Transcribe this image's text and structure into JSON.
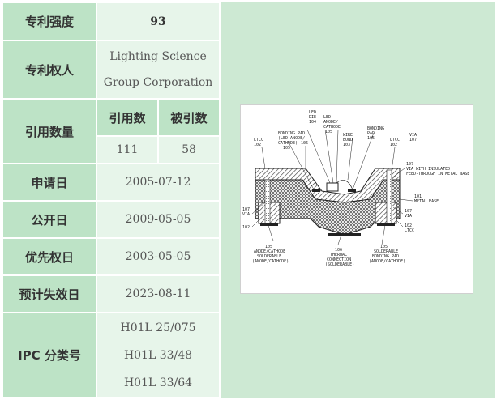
{
  "rows": {
    "strength": {
      "label": "专利强度",
      "value": "93"
    },
    "holder": {
      "label": "专利权人",
      "lines": [
        "Lighting Science",
        "Group Corporation"
      ]
    },
    "citations": {
      "label": "引用数量",
      "cited_header": "引用数",
      "citing_header": "被引数",
      "cited_value": "111",
      "citing_value": "58"
    },
    "filing_date": {
      "label": "申请日",
      "value": "2005-07-12"
    },
    "publication_date": {
      "label": "公开日",
      "value": "2009-05-05"
    },
    "priority_date": {
      "label": "优先权日",
      "value": "2003-05-05"
    },
    "expiry_date": {
      "label": "预计失效日",
      "value": "2023-08-11"
    },
    "ipc": {
      "label": "IPC 分类号",
      "codes": [
        "H01L 25/075",
        "H01L 33/48",
        "H01L 33/64"
      ]
    }
  },
  "figure": {
    "labels": {
      "bonding_pad_left": [
        "BONDING PAD",
        "(LED ANODE/",
        "CATHODE)",
        "105"
      ],
      "led_die": [
        "LED",
        "DIE",
        "104"
      ],
      "led_anode": [
        "LED",
        "ANODE/",
        "CATHODE",
        "105"
      ],
      "wire_bond": [
        "WIRE",
        "BOND",
        "103"
      ],
      "bonding_pad_right": [
        "BONDING",
        "PAD",
        "105"
      ],
      "ltcc_top_left": [
        "LTCC",
        "102"
      ],
      "num_106": "106",
      "ltcc_top_right": [
        "LTCC",
        "102"
      ],
      "via_top_right": [
        "VIA",
        "107"
      ],
      "via_insulated": [
        "107",
        "VIA WITH INSULATED",
        "FEED-THROUGH IN METAL BASE"
      ],
      "metal_base": [
        "101",
        "METAL BASE"
      ],
      "via_right_lower": [
        "107",
        "VIA"
      ],
      "ltcc_right_lower": [
        "102",
        "LTCC"
      ],
      "via_left": [
        "107",
        "VIA"
      ],
      "ltcc_left": "102",
      "anode_cathode_left": [
        "105",
        "ANODE/CATHODE",
        "SOLDERABLE",
        "(ANODE/CATHODE)"
      ],
      "thermal_connection": [
        "106",
        "THERMAL",
        "CONNECTION",
        "(SOLDERABLE)"
      ],
      "solderable_pad_right": [
        "105",
        "SOLDERABLE",
        "BONDING PAD",
        "(ANODE/CATHODE)"
      ]
    }
  },
  "colors": {
    "background": "#cde9d3",
    "label_cell": "#bde3c6",
    "value_cell": "#e7f5ea",
    "border": "#ffffff"
  }
}
